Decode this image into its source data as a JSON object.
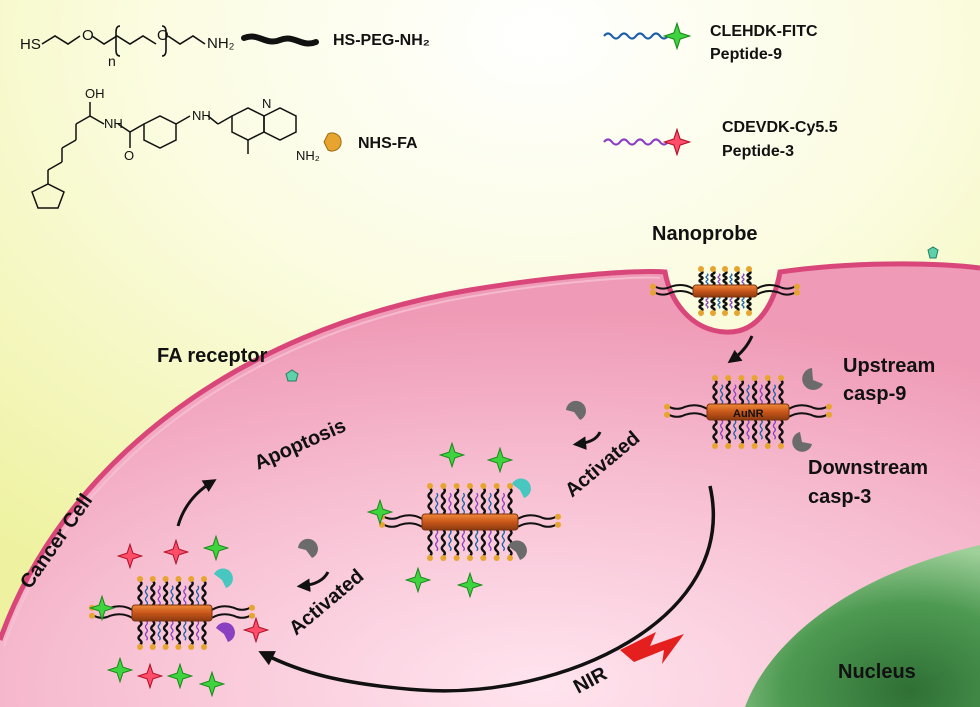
{
  "legend": {
    "peg_formula": "HS-PEG-NH₂",
    "peg_n": "n",
    "sh_group": "HS",
    "nh2_group": "NH₂",
    "nhs_fa": "NHS-FA",
    "fa_oh": "OH",
    "fa_o": "O",
    "fa_nh": "NH",
    "fa_n": "N",
    "fa_nh2": "NH₂",
    "peptide9_seq": "CLEHDK-FITC",
    "peptide9_name": "Peptide-9",
    "peptide3_seq": "CDEVDK-Cy5.5",
    "peptide3_name": "Peptide-3"
  },
  "labels": {
    "nanoprobe": "Nanoprobe",
    "fa_receptor": "FA receptor",
    "upstream": "Upstream",
    "casp9": "casp-9",
    "downstream": "Downstream",
    "casp3": "casp-3",
    "aunr": "AuNR",
    "activated_1": "Activated",
    "activated_2": "Activated",
    "apoptosis": "Apoptosis",
    "cancer_cell": "Cancer Cell",
    "nir": "NIR",
    "nucleus": "Nucleus"
  },
  "colors": {
    "background_yellow": "#f2f4a6",
    "cell_pink": "#f3a9c0",
    "membrane": "#d9477a",
    "nucleus_green": "#3f8a45",
    "rod_orange": "#d2691e",
    "peptide9_blue": "#1d5fa8",
    "peptide3_purple": "#8b3fc1",
    "fitc_green": "#3fd43f",
    "cy55_red": "#e8243c",
    "casp9_gray": "#6b6b6b",
    "casp3_cyan": "#48c7c0",
    "nir_red": "#e51e1e"
  }
}
